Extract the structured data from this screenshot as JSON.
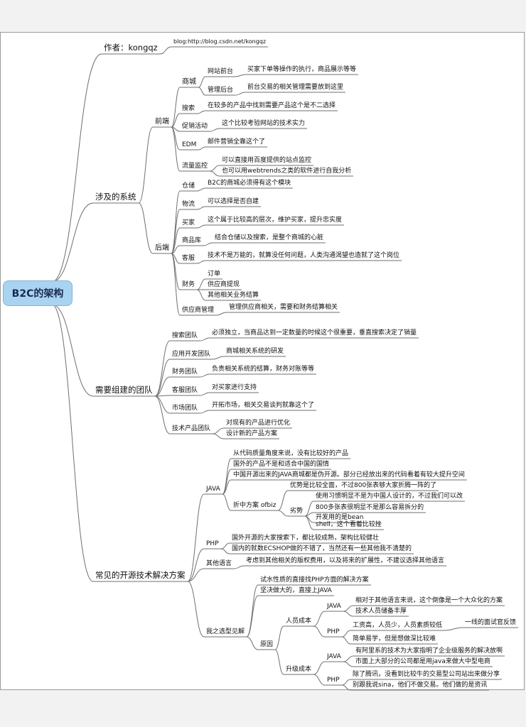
{
  "title": "B2C的架构",
  "groups": {
    "author": {
      "label": "作者：kongqz",
      "note": "blog:http://blog.csdn.net/kongqz"
    },
    "systems": {
      "label": "涉及的系统",
      "frontend": {
        "label": "前端",
        "mall": {
          "label": "商城",
          "storefront": "网站前台",
          "storefront_note": "买家下单等操作的执行，商品展示等等",
          "admin": "管理后台",
          "admin_note": "前台交易的相关管理需要放到这里"
        },
        "search": "搜索",
        "search_note": "在较多的产品中找到需要产品这个是不二选择",
        "promo": "促销活动",
        "promo_note": "这个比较考验网站的技术实力",
        "edm": "EDM",
        "edm_note": "邮件营销全靠这个了",
        "traffic": "流量监控",
        "traffic_note1": "可以直接用百度提供的站点监控",
        "traffic_note2": "也可以用webtrends之类的软件进行自我分析"
      },
      "backend": {
        "label": "后端",
        "warehouse": "仓储",
        "warehouse_note": "B2C的商城必须得有这个模块",
        "logistics": "物流",
        "logistics_note": "可以选择是否自建",
        "buyer": "买家",
        "buyer_note": "这个属于比较高的层次，维护买家，提升忠实度",
        "catalog": "商品库",
        "catalog_note": "结合仓储以及搜索，是整个商城的心脏",
        "service": "客服",
        "service_note": "技术不是万能的，就算没任何问题，人类沟通渴望也造就了这个岗位",
        "finance": "财务",
        "finance_items": [
          "订单",
          "供应商提现",
          "其他相关业务结算"
        ],
        "supplier": "供应商管理",
        "supplier_note": "管理供应商相关，需要和财务结算相关"
      }
    },
    "teams": {
      "label": "需要组建的团队",
      "search": "搜索团队",
      "search_note": "必须独立，当商品达到一定数量的时候这个很重要，垂直搜索决定了销量",
      "appdev": "应用开发团队",
      "appdev_note": "商城相关系统的研发",
      "finance": "财务团队",
      "finance_note": "负责相关系统的结算，财务对账等等",
      "service": "客服团队",
      "service_note": "对买家进行支持",
      "market": "市场团队",
      "market_note": "开拓市场，相关交易谈判就靠这个了",
      "tech": "技术产品团队",
      "tech_note1": "对现有的产品进行优化",
      "tech_note2": "设计新的产品方案"
    },
    "opensource": {
      "label": "常见的开源技术解决方案",
      "java": {
        "label": "JAVA",
        "notes": [
          "从代码质量角度来说，没有比较好的产品",
          "国外的产品不是和适合中国的国情",
          "中国开源出来的JAVA商城都是伪开源。部分已经放出来的代码看着有较大提升空间"
        ],
        "ofbiz": {
          "label": "折中方案 ofbiz",
          "pro": "优势是比较全面，不过800张表够大家折腾一阵的了",
          "cons_label": "劣势",
          "cons": [
            "使用习惯明显不是为中国人设计的，不过我们可以改",
            "800多张表很明显不是那么容易拆分的",
            "开发用的是bean",
            "shell，这个看着比较挫"
          ]
        }
      },
      "php": {
        "label": "PHP",
        "notes": [
          "国外开源的大家搜索下，都比较成熟，架构比较健壮",
          "国内的就数ECSHOP做的不错了，当然还有一些其他我不清楚的"
        ]
      },
      "other": {
        "label": "其他语言",
        "note": "考虑到其他相关的版权费用，以及将来的扩展性，不建议选择其他语言"
      },
      "choice": {
        "label": "我之选型见解",
        "note1": "试水性质的直接找PHP方面的解决方案",
        "note2": "坚决做大的，直接上JAVA",
        "reason": {
          "label": "原因",
          "staff": {
            "label": "人员成本",
            "java": "JAVA",
            "java_notes": [
              "相对于其他语言来说，这个倒像是一个大众化的方案",
              "技术人员储备丰厚"
            ],
            "php": "PHP",
            "php_note1": "工资高，人员少，人员素质较低",
            "php_note1_child": "一线的面试官反馈",
            "php_note2": "简单易学，但是想做深比较难"
          },
          "upgrade": {
            "label": "升级成本",
            "java": "JAVA",
            "java_notes": [
              "有阿里系的技术为大家指明了企业级服务的解决放啊",
              "市面上大部分的公司都是用java来做大中型电商"
            ],
            "php": "PHP",
            "php_notes": [
              "除了腾讯，没看到比较牛的交易型公司站出来做分享",
              "别跟我说sina，他们不做交易。他们做的是资讯"
            ]
          }
        }
      }
    }
  }
}
